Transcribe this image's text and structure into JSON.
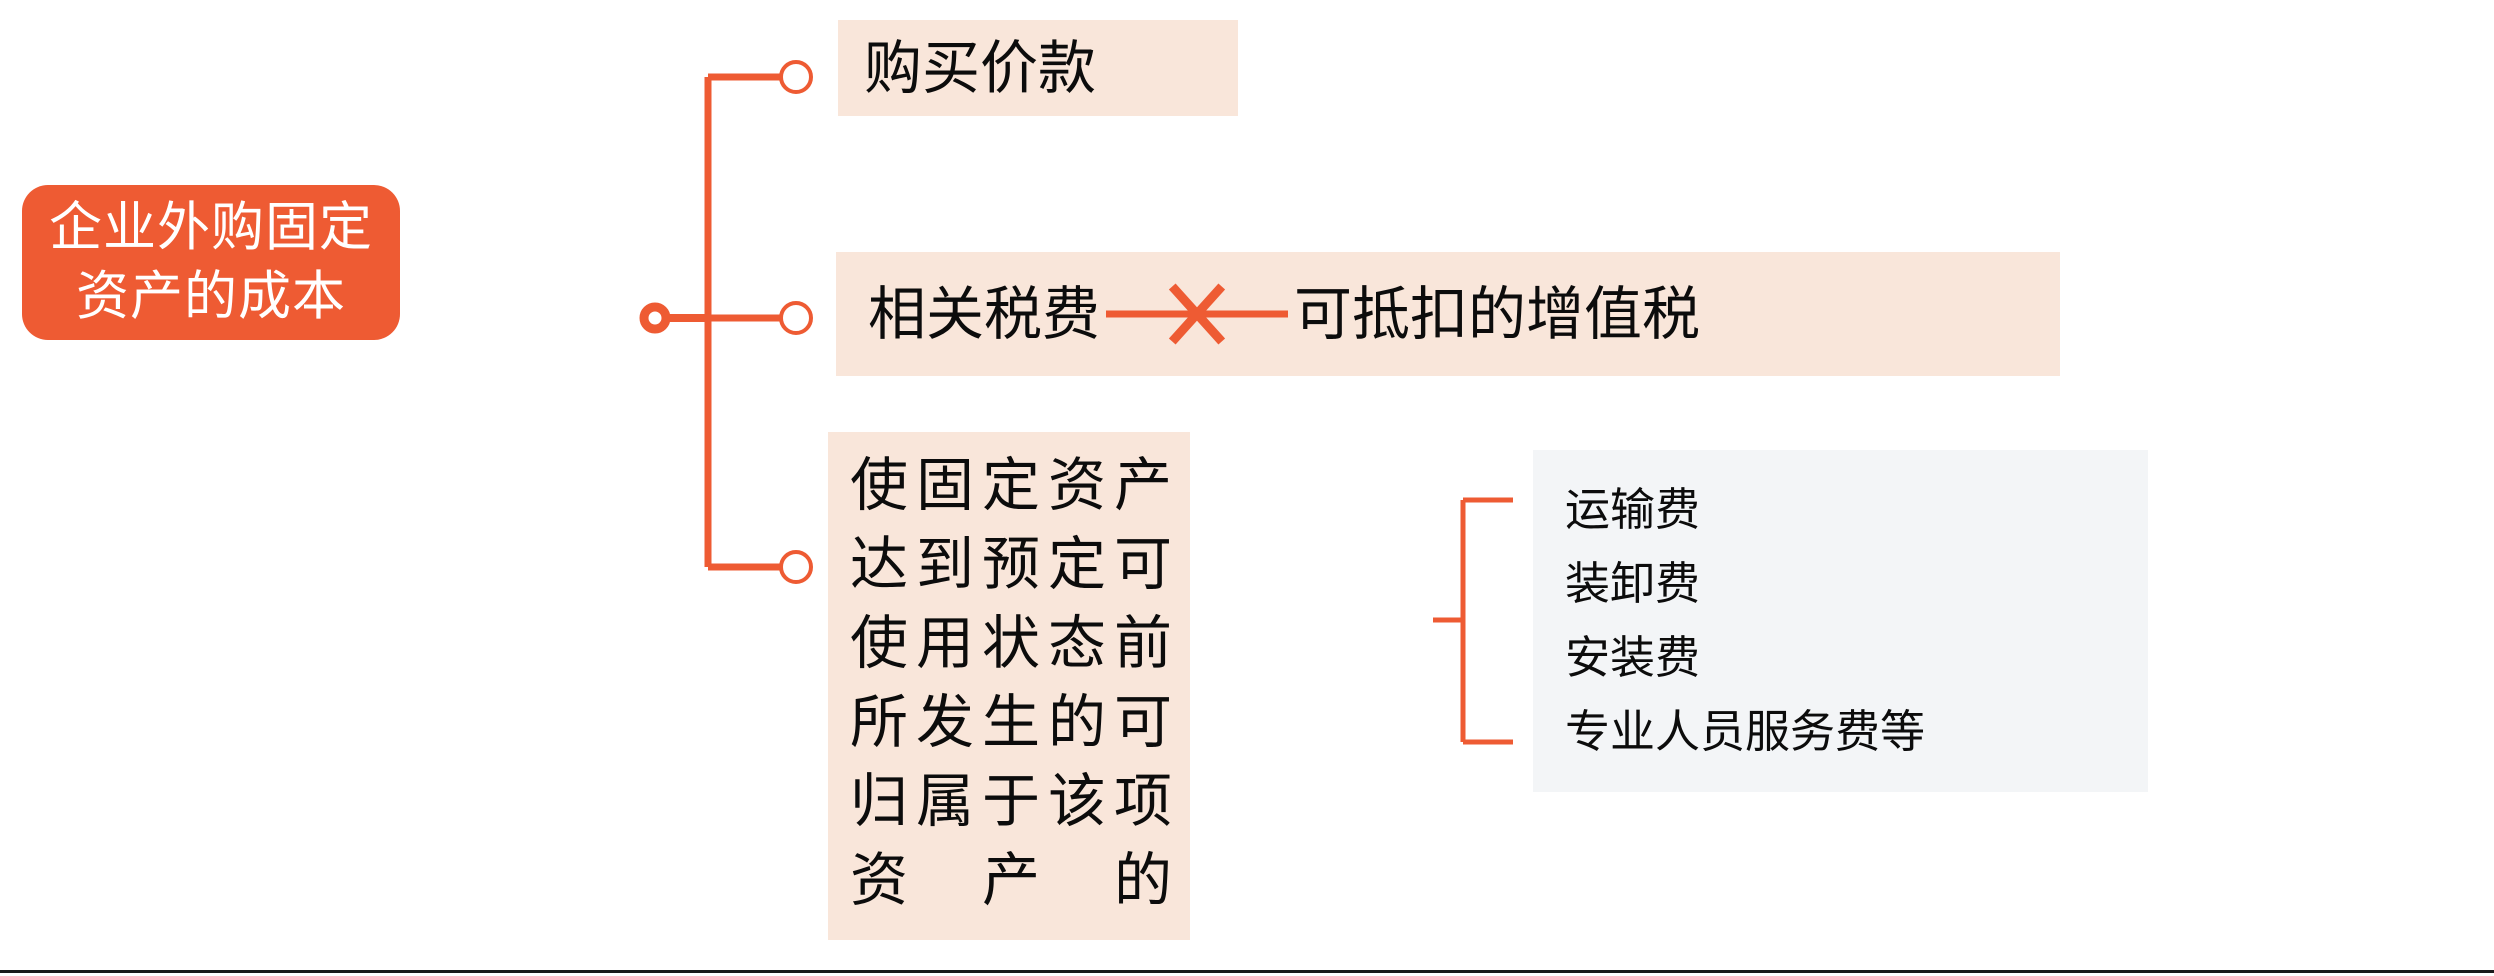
{
  "colors": {
    "root_fill": "#ee5b33",
    "root_text": "#ffffff",
    "branch_fill": "#f9e6da",
    "sublist_fill": "#f3f5f7",
    "connector": "#ee5b33",
    "text": "#0c0c0c",
    "rule": "#1a1a1a"
  },
  "root": {
    "lines": [
      "企业外购固定",
      "资产的成本"
    ],
    "full_text": "企业外购固定资产的成本"
  },
  "branches": [
    {
      "id": "branch-1",
      "text": "购买价款"
    },
    {
      "id": "branch-2",
      "left_text": "相关税费",
      "operator": "strike-x",
      "right_text": "可抵扣的增值税",
      "full_text": "相关税费—✕—可抵扣的增值税"
    },
    {
      "id": "branch-3",
      "text": "使固定资产达到预定可使用状态前所发生的可归属于该项资产的",
      "lines": [
        "使固定资产达",
        "到预定可使用",
        "状态前所发生",
        "的可归属于该",
        "项资产的"
      ]
    }
  ],
  "sublist": {
    "items": [
      "运输费",
      "装卸费",
      "安装费",
      "专业人员服务费等"
    ]
  },
  "connectors": {
    "root_stub_label": "root-connector-dot",
    "branch_dot_label": "branch-connector-dot",
    "bracket_label": "sublist-bracket"
  }
}
